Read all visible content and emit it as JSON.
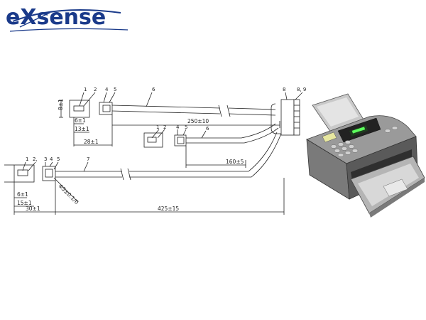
{
  "logo": {
    "text": "eXsense",
    "color": "#1a3a8a"
  },
  "colors": {
    "line": "#222222",
    "printer_body": "#8e8e8e",
    "printer_dark": "#4a4a4a",
    "display": "#1f3d1f",
    "display_led": "#5cff5c"
  },
  "diagram": {
    "cable_a": {
      "part_labels": [
        "1",
        "2",
        "4",
        "5",
        "6"
      ],
      "dims": {
        "height": "8±1",
        "strip1": "6±1",
        "strip2": "13±1",
        "tip": "28±1",
        "length": "250±10"
      }
    },
    "cable_b": {
      "part_labels": [
        "1",
        "2",
        "4",
        "5",
        "6"
      ],
      "dims": {
        "length": "160±5"
      }
    },
    "cable_c": {
      "part_labels": [
        "1",
        "2,",
        "3",
        "4",
        "5",
        "7"
      ],
      "dims": {
        "strip1": "6±1",
        "strip2": "15±1",
        "tip": "30±1",
        "length": "425±15",
        "diameter": "Φ3±0.1/0"
      }
    },
    "connector": {
      "part_labels": [
        "8",
        "8, 9"
      ]
    }
  },
  "printer": {
    "icon": "printer-icon"
  }
}
